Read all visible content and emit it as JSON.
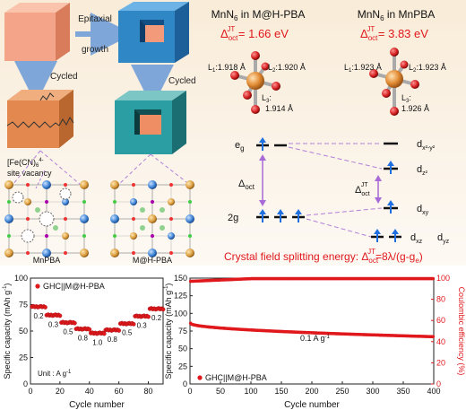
{
  "schematic": {
    "arrow_epitaxial_line1": "Epitaxial",
    "arrow_epitaxial_line2": "growth",
    "arrow_cycled_left": "Cycled",
    "arrow_cycled_right": "Cycled",
    "vacancy_label_line1": "[Fe(CN)6]4-",
    "vacancy_label_line2": "site vacancy",
    "lattice_left_label": "MnPBA",
    "lattice_right_label": "M@H-PBA"
  },
  "octahedra": {
    "left": {
      "title": "MnN6 in M@H-PBA",
      "splitting": "Δoct^JT = 1.66 eV",
      "splitting_base": "Δ",
      "splitting_sub": "oct",
      "splitting_sup": "JT",
      "splitting_value": " = 1.66 eV",
      "l1": "L1:1.918 Å",
      "l2": "L2:1.920 Å",
      "l3": "L3:1.914 Å"
    },
    "right": {
      "title": "MnN6 in MnPBA",
      "splitting_base": "Δ",
      "splitting_sub": "oct",
      "splitting_sup": "JT",
      "splitting_value": " = 3.83 eV",
      "l1": "L1:1.923 Å",
      "l2": "L2:1.923 Å",
      "l3": "L3:1.926 Å"
    }
  },
  "energy_diagram": {
    "eg_label": "eg",
    "t2g_label": "2g",
    "delta_oct_label": "Δoct",
    "delta_oct_jt_label": "ΔoctJT",
    "dx2y2": "dx²-y²",
    "dz2": "dz²",
    "dxy": "dxy",
    "dxz": "dxz",
    "dyz": "dyz",
    "caption": "Crystal field splitting energy: ΔoctJT=8λ/(g-ge)"
  },
  "colors": {
    "accent_red": "#e0181c",
    "arrow_blue": "#1f6fe0",
    "dashed_purple": "#b080d8",
    "cube_orange": "#f29a7a",
    "cube_blue": "#2f87c6"
  },
  "chart_data": [
    {
      "type": "scatter",
      "title": "",
      "xlabel": "Cycle number",
      "ylabel": "Specific capacity (mAh g-1)",
      "xlim": [
        0,
        90
      ],
      "ylim": [
        0,
        100
      ],
      "xticks": [
        0,
        20,
        40,
        60,
        80
      ],
      "yticks": [
        0,
        25,
        50,
        75,
        100
      ],
      "legend": "GHC||M@H-PBA",
      "legend_position": "top-left",
      "unit_note": "Unit : A g-1",
      "rate_labels": [
        "0.2",
        "0.3",
        "0.5",
        "0.8",
        "1.0",
        "0.8",
        "0.5",
        "0.3",
        "0.2"
      ],
      "series": [
        {
          "name": "GHC||M@H-PBA",
          "segments": [
            {
              "rate": 0.2,
              "x_start": 1,
              "x_end": 10,
              "y": 73
            },
            {
              "rate": 0.3,
              "x_start": 11,
              "x_end": 20,
              "y": 65
            },
            {
              "rate": 0.5,
              "x_start": 21,
              "x_end": 30,
              "y": 58
            },
            {
              "rate": 0.8,
              "x_start": 31,
              "x_end": 40,
              "y": 52
            },
            {
              "rate": 1.0,
              "x_start": 41,
              "x_end": 50,
              "y": 48
            },
            {
              "rate": 0.8,
              "x_start": 51,
              "x_end": 60,
              "y": 51
            },
            {
              "rate": 0.5,
              "x_start": 61,
              "x_end": 70,
              "y": 57
            },
            {
              "rate": 0.3,
              "x_start": 71,
              "x_end": 80,
              "y": 64
            },
            {
              "rate": 0.2,
              "x_start": 81,
              "x_end": 90,
              "y": 71
            }
          ]
        }
      ]
    },
    {
      "type": "scatter",
      "title": "",
      "xlabel": "Cycle number",
      "ylabel": "Specific capacity (mAh g-1)",
      "y2label": "Coulombic efficiency (%)",
      "xlim": [
        0,
        400
      ],
      "ylim": [
        0,
        150
      ],
      "y2lim": [
        0,
        100
      ],
      "xticks": [
        0,
        50,
        100,
        150,
        200,
        250,
        300,
        350,
        400
      ],
      "yticks": [
        0,
        25,
        50,
        75,
        100,
        125,
        150
      ],
      "y2ticks": [
        0,
        20,
        40,
        60,
        80,
        100
      ],
      "rate_note": "0.1 A g-1",
      "legend": "GHC||M@H-PBA",
      "legend_position": "bottom-left",
      "series": [
        {
          "name": "GHC||M@H-PBA",
          "axis": "left",
          "x_start": 1,
          "x_end": 400,
          "y_start": 86,
          "y_end": 67
        },
        {
          "name": "Coulombic efficiency",
          "axis": "right",
          "x_start": 1,
          "x_end": 400,
          "y_start": 97,
          "y_end": 99.5
        }
      ]
    }
  ]
}
